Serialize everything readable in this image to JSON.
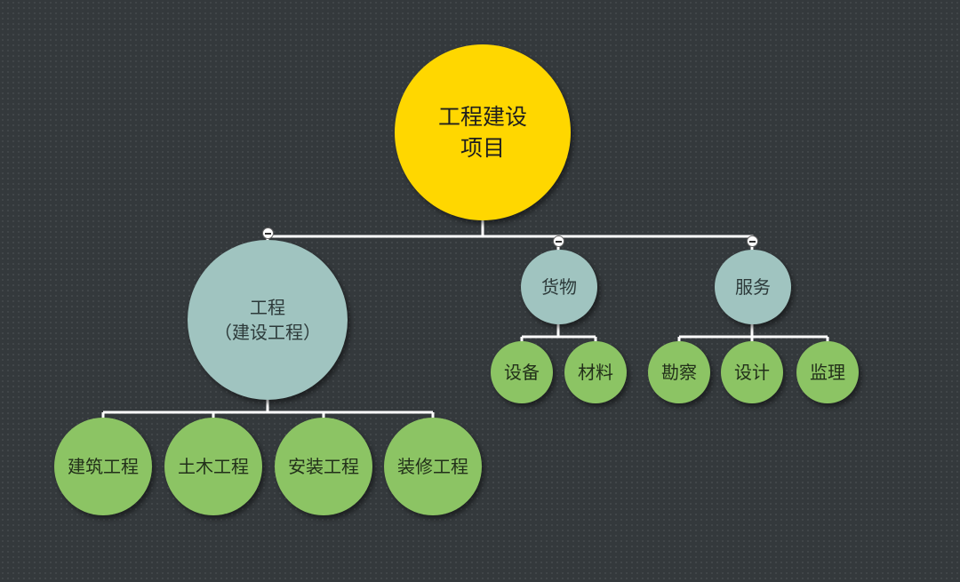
{
  "colors": {
    "background": "#34393c",
    "root": "#ffd700",
    "branch": "#a0c4c0",
    "leaf": "#8cc464",
    "connector": "#ffffff"
  },
  "root": {
    "lines": [
      "工程建设",
      "项目"
    ]
  },
  "branches": {
    "engineering": {
      "lines": [
        "工程",
        "（建设工程）"
      ],
      "children": [
        "建筑工程",
        "土木工程",
        "安装工程",
        "装修工程"
      ]
    },
    "goods": {
      "lines": [
        "货物"
      ],
      "children": [
        "设备",
        "材料"
      ]
    },
    "services": {
      "lines": [
        "服务"
      ],
      "children": [
        "勘察",
        "设计",
        "监理"
      ]
    }
  },
  "collapse_icon": "minus-circle-icon"
}
